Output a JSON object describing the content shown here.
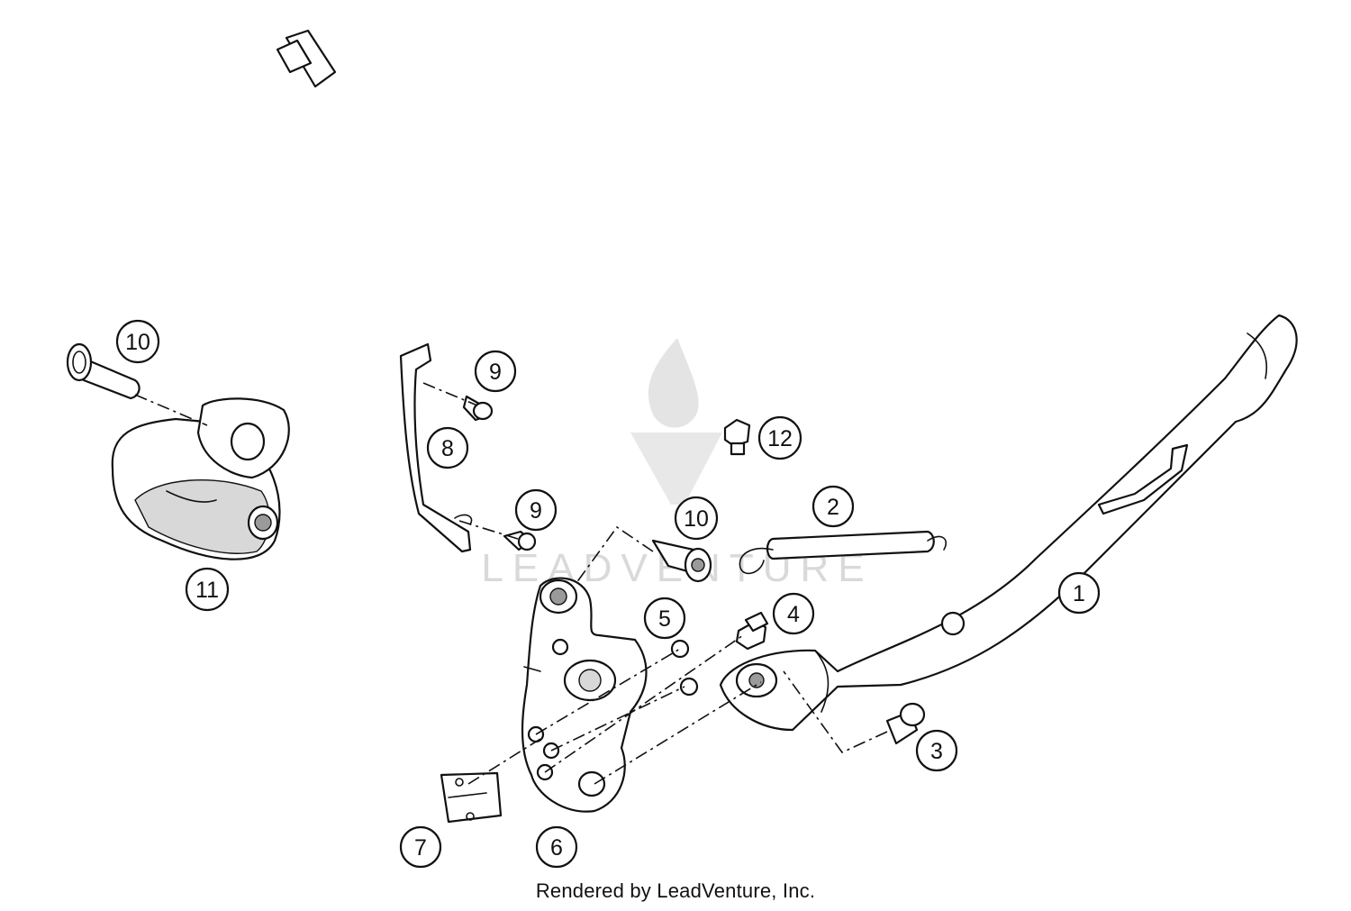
{
  "callouts": [
    {
      "label": "1"
    },
    {
      "label": "2"
    },
    {
      "label": "3"
    },
    {
      "label": "4"
    },
    {
      "label": "5"
    },
    {
      "label": "6"
    },
    {
      "label": "7"
    },
    {
      "label": "8"
    },
    {
      "label": "9"
    },
    {
      "label": "9"
    },
    {
      "label": "10"
    },
    {
      "label": "10"
    },
    {
      "label": "11"
    },
    {
      "label": "12"
    }
  ],
  "watermark": {
    "text": "LEADVENTURE"
  },
  "credit": {
    "text": "Rendered by LeadVenture, Inc."
  }
}
